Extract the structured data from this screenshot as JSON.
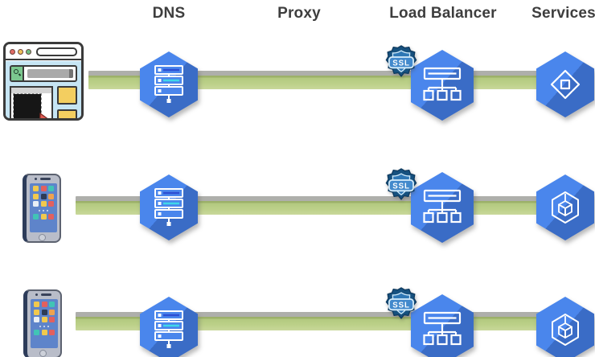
{
  "diagram": {
    "title": "",
    "headers": [
      {
        "label": "DNS"
      },
      {
        "label": "Proxy"
      },
      {
        "label": "Load Balancer"
      },
      {
        "label": "Services"
      }
    ],
    "ssl": {
      "label": "SSL"
    },
    "rows": [
      {
        "client": "web-browser",
        "nodes": [
          "cloud-dns-hexagon",
          "ssl-shield",
          "load-balancer-hexagon",
          "compute-service-hexagon"
        ]
      },
      {
        "client": "smartphone",
        "nodes": [
          "cloud-dns-hexagon",
          "ssl-shield",
          "load-balancer-hexagon",
          "container-service-hexagon"
        ]
      },
      {
        "client": "smartphone",
        "nodes": [
          "cloud-dns-hexagon",
          "ssl-shield",
          "load-balancer-hexagon",
          "container-service-hexagon"
        ]
      }
    ],
    "colors": {
      "hexagon_blue": "#4a86ec",
      "hexagon_shadow_blue": "#2f66c8",
      "connector_green": "#b2c97f",
      "connector_gray_edge": "#aeafab",
      "header_text": "#3e3e3e",
      "ssl_shield_dark": "#16517f",
      "ssl_shield_mid": "#2e77b5",
      "ssl_label_bg": "#4289cc",
      "glyph_white": "#ffffff",
      "dns_line_blue": "#2d4ed2",
      "dns_line_cyan": "#3fd8e8"
    }
  }
}
